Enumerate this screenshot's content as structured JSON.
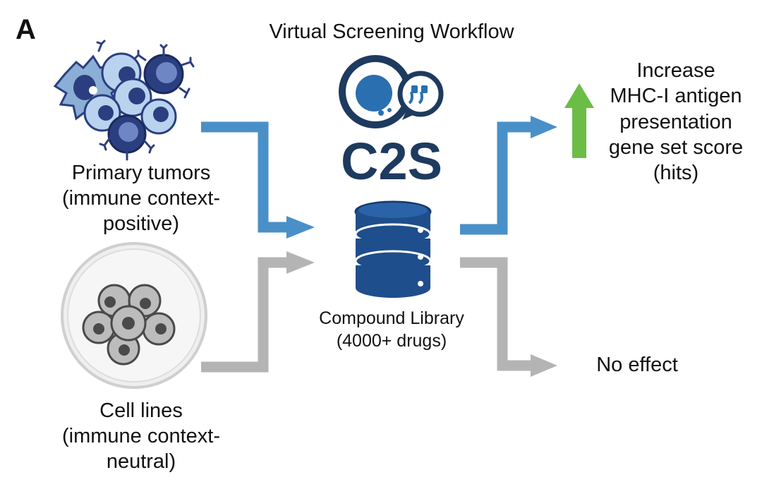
{
  "panel_label": "A",
  "title": "Virtual Screening Workflow",
  "inputs": {
    "primary": [
      "Primary tumors",
      "(immune context-",
      "positive)"
    ],
    "cell_lines": [
      "Cell lines",
      "(immune context-",
      "neutral)"
    ]
  },
  "logo_text": "C2S",
  "library": [
    "Compound Library",
    "(4000+ drugs)"
  ],
  "outcomes": {
    "hits": [
      "Increase",
      "MHC-I antigen",
      "presentation",
      "gene set score",
      "(hits)"
    ],
    "no_effect": "No effect"
  },
  "colors": {
    "blue_arrow": "#4a90c8",
    "gray_arrow": "#b4b4b4",
    "green_arrow": "#6cbd45",
    "logo_navy": "#1e3a5f",
    "logo_blue": "#2a6fb0",
    "database_navy": "#1f4e8c",
    "cell_light": "#a8c8ea",
    "cell_dark": "#2b3f80"
  }
}
